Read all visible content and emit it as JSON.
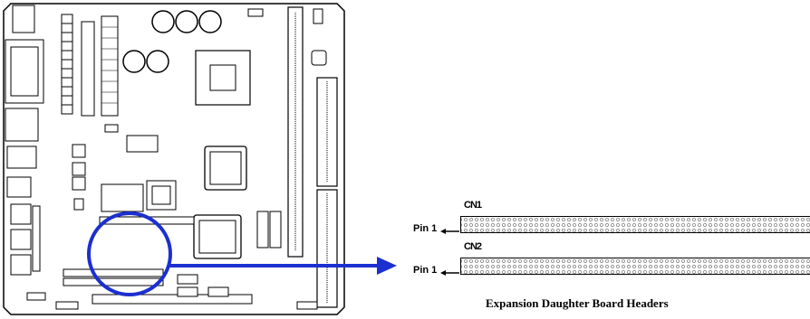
{
  "connectors": [
    {
      "label": "CN1",
      "pin_label": "Pin 1"
    },
    {
      "label": "CN2",
      "pin_label": "Pin 1"
    }
  ],
  "caption": "Expansion Daughter Board Headers",
  "colors": {
    "highlight": "#1c2fd0",
    "ink": "#000000"
  }
}
